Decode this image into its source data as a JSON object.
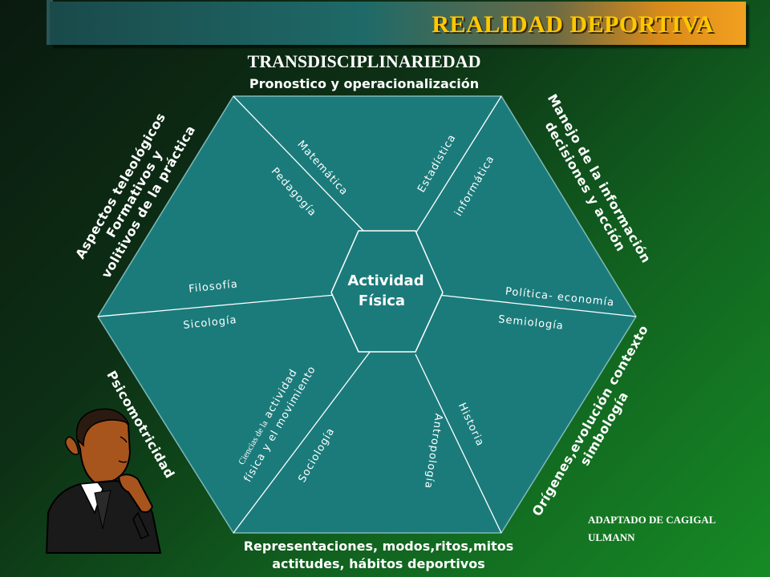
{
  "header": {
    "title": "REALIDAD DEPORTIVA"
  },
  "top": {
    "heading": "TRANSDISCIPLINARIEDAD",
    "subheading": "Pronostico y operacionalización"
  },
  "center": {
    "line1": "Actividad",
    "line2": "Física"
  },
  "sides": {
    "upper_left": [
      "Aspectos teleológicos",
      "Formativos y",
      "volitivos de la práctica"
    ],
    "upper_right": [
      "Manejo de la información",
      "decisiones y acción"
    ],
    "lower_left": [
      "Psicomotricidad"
    ],
    "lower_right": [
      "Orígenes,evolución contexto",
      "simbología"
    ],
    "bottom": [
      "Representaciones, modos,ritos,mitos",
      "actitudes, hábitos deportivos"
    ]
  },
  "disciplines": {
    "matematica": "Matemática",
    "pedagogia": "Pedagogía",
    "estadistica": "Estadística",
    "informatica": "informática",
    "filosofia": "Filosofía",
    "sicologia": "Sicología",
    "politica": "Política- economía",
    "semiologia": "Semiología",
    "ciencias_prefix": "Ciencias de la",
    "ciencias_rest": " actividad",
    "fisica_movimiento": "física y el movimiento",
    "sociologia": "Sociología",
    "historia": "Historia",
    "antropologia": "Antropología"
  },
  "credit": {
    "line1": "ADAPTADO DE CAGIGAL",
    "line2": "ULMANN"
  },
  "colors": {
    "hexagon": "#1b7b7b",
    "title_text": "#ffc800",
    "lines": "#ffffff"
  }
}
